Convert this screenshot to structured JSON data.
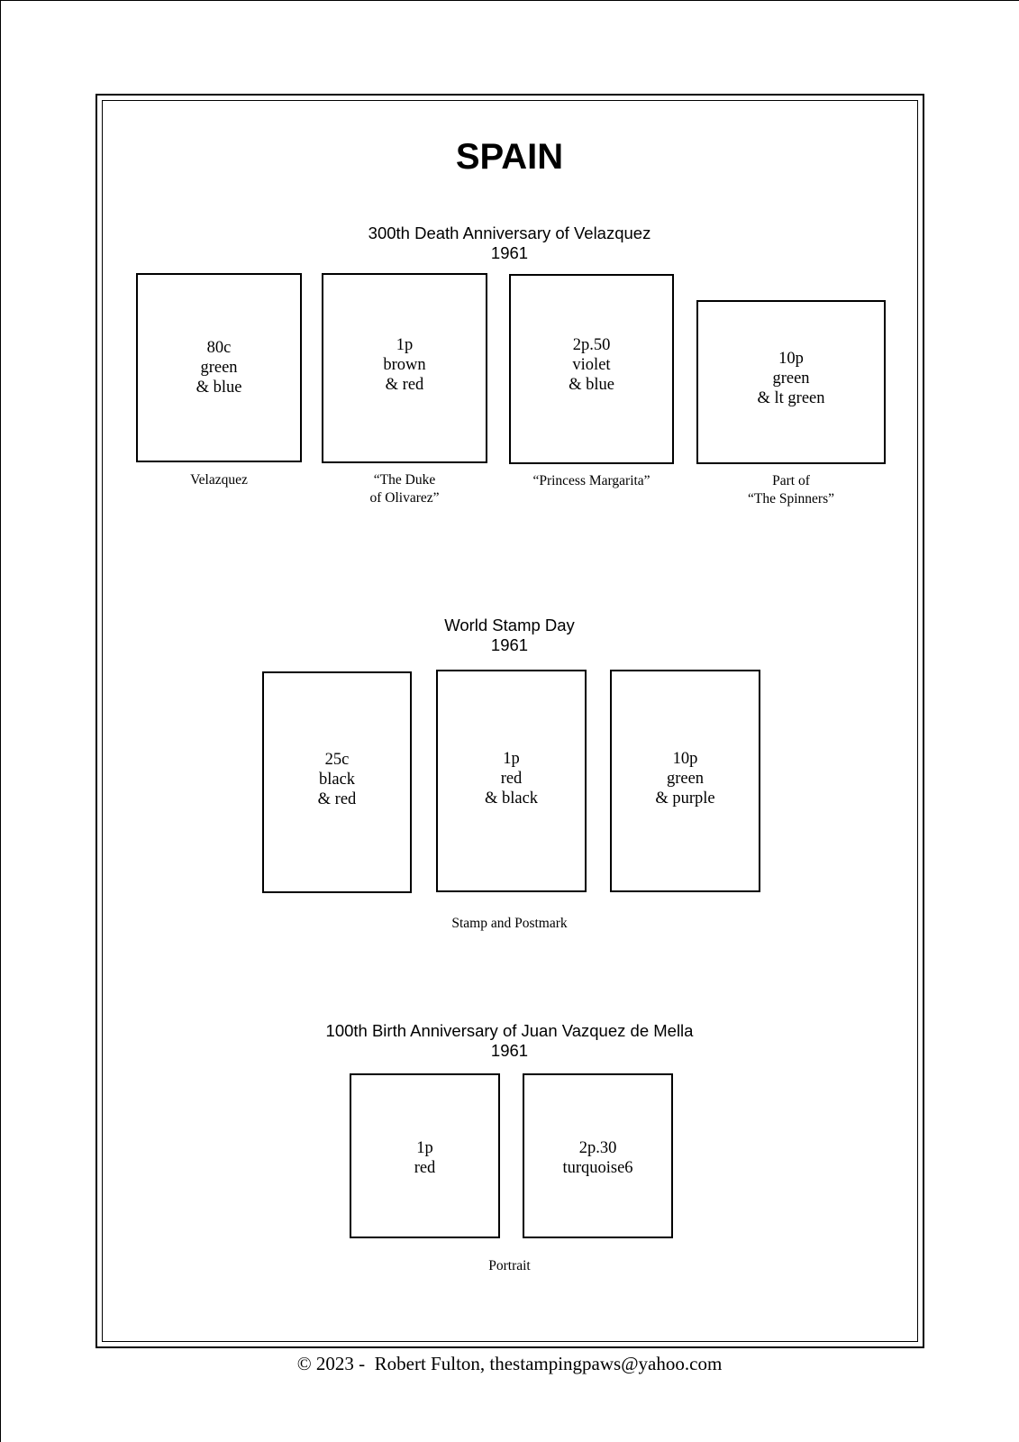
{
  "page": {
    "title": "SPAIN",
    "footer": "© 2023 -  Robert Fulton, thestampingpaws@yahoo.com"
  },
  "sections": [
    {
      "heading": "300th Death Anniversary of Velazquez",
      "year": "1961",
      "stamps": [
        {
          "value": "80c",
          "color1": "green",
          "color2": "& blue",
          "caption1": "Velazquez"
        },
        {
          "value": "1p",
          "color1": "brown",
          "color2": "& red",
          "caption1": "“The Duke",
          "caption2": "of Olivarez”"
        },
        {
          "value": "2p.50",
          "color1": "violet",
          "color2": "& blue",
          "caption1": "“Princess Margarita”"
        },
        {
          "value": "10p",
          "color1": "green",
          "color2": "& lt green",
          "caption1": "Part of",
          "caption2": "“The Spinners”"
        }
      ]
    },
    {
      "heading": "World Stamp Day",
      "year": "1961",
      "caption": "Stamp and Postmark",
      "stamps": [
        {
          "value": "25c",
          "color1": "black",
          "color2": "& red"
        },
        {
          "value": "1p",
          "color1": "red",
          "color2": "& black"
        },
        {
          "value": "10p",
          "color1": "green",
          "color2": "& purple"
        }
      ]
    },
    {
      "heading": "100th Birth Anniversary of Juan Vazquez de Mella",
      "year": "1961",
      "caption": "Portrait",
      "stamps": [
        {
          "value": "1p",
          "color1": "red"
        },
        {
          "value": "2p.30",
          "color1": "turquoise6"
        }
      ]
    }
  ]
}
